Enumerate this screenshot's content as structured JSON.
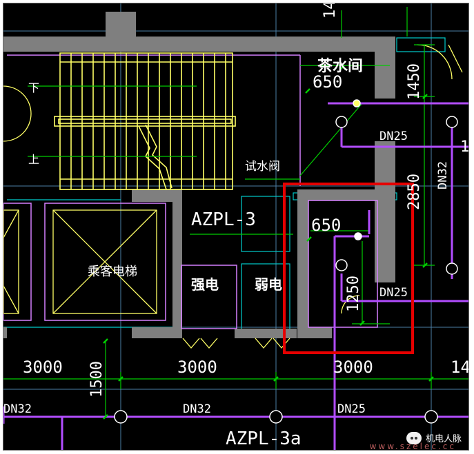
{
  "colors": {
    "background": "#000000",
    "wall": "#7f7f7f",
    "stair": "#ffff66",
    "pipe": "#b24dff",
    "dimension": "#00cc00",
    "grid": "#4d7fa6",
    "cyan_line": "#00cccc",
    "text": "#ffffff",
    "highlight_box": "#e60000"
  },
  "rooms": {
    "tea_room": "茶水间",
    "passenger_elevator": "乘客电梯",
    "strong_current": "强电",
    "weak_current": "弱电"
  },
  "stair": {
    "down_label": "下",
    "up_label": "上"
  },
  "valve_label": "试水阀",
  "riser_labels": {
    "upper": "AZPL-3",
    "lower": "AZPL-3a"
  },
  "pipe_sizes": [
    "DN25",
    "DN32",
    "DN25",
    "DN32",
    "DN32",
    "DN25"
  ],
  "dimensions": {
    "top_650": "650",
    "mid_650": "650",
    "v_1450": "1450",
    "v_2850": "2850",
    "v_1250": "1250",
    "v_1500": "1500",
    "span_left": "3000",
    "span_mid": "3000",
    "span_right": "3000",
    "edge_14": "14",
    "top_edge": "14",
    "right_edge_1": "1"
  },
  "watermark": {
    "brand": "机电人脉",
    "url": "www.szelec.cc"
  },
  "highlight": {
    "icon": "red-rectangle"
  }
}
